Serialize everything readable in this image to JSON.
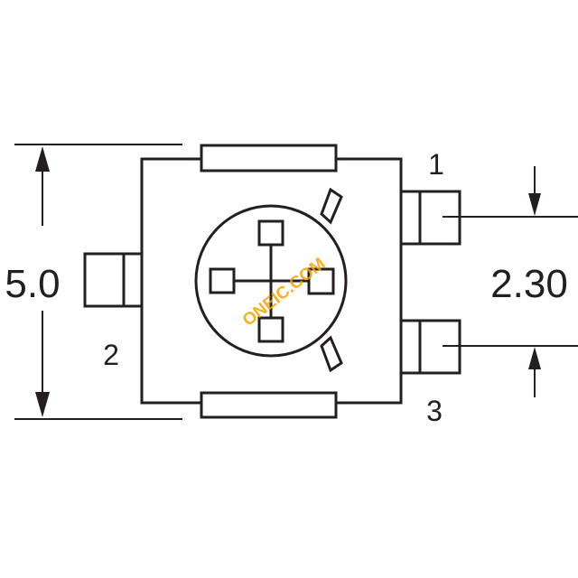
{
  "dimensions": {
    "height_label": "5.0",
    "pitch_label": "2.30"
  },
  "pins": {
    "pin1": "1",
    "pin2": "2",
    "pin3": "3"
  },
  "watermark": {
    "text": "ONEIC.COM",
    "color": "#f5a300"
  },
  "colors": {
    "line": "#231f20",
    "background": "#ffffff"
  }
}
